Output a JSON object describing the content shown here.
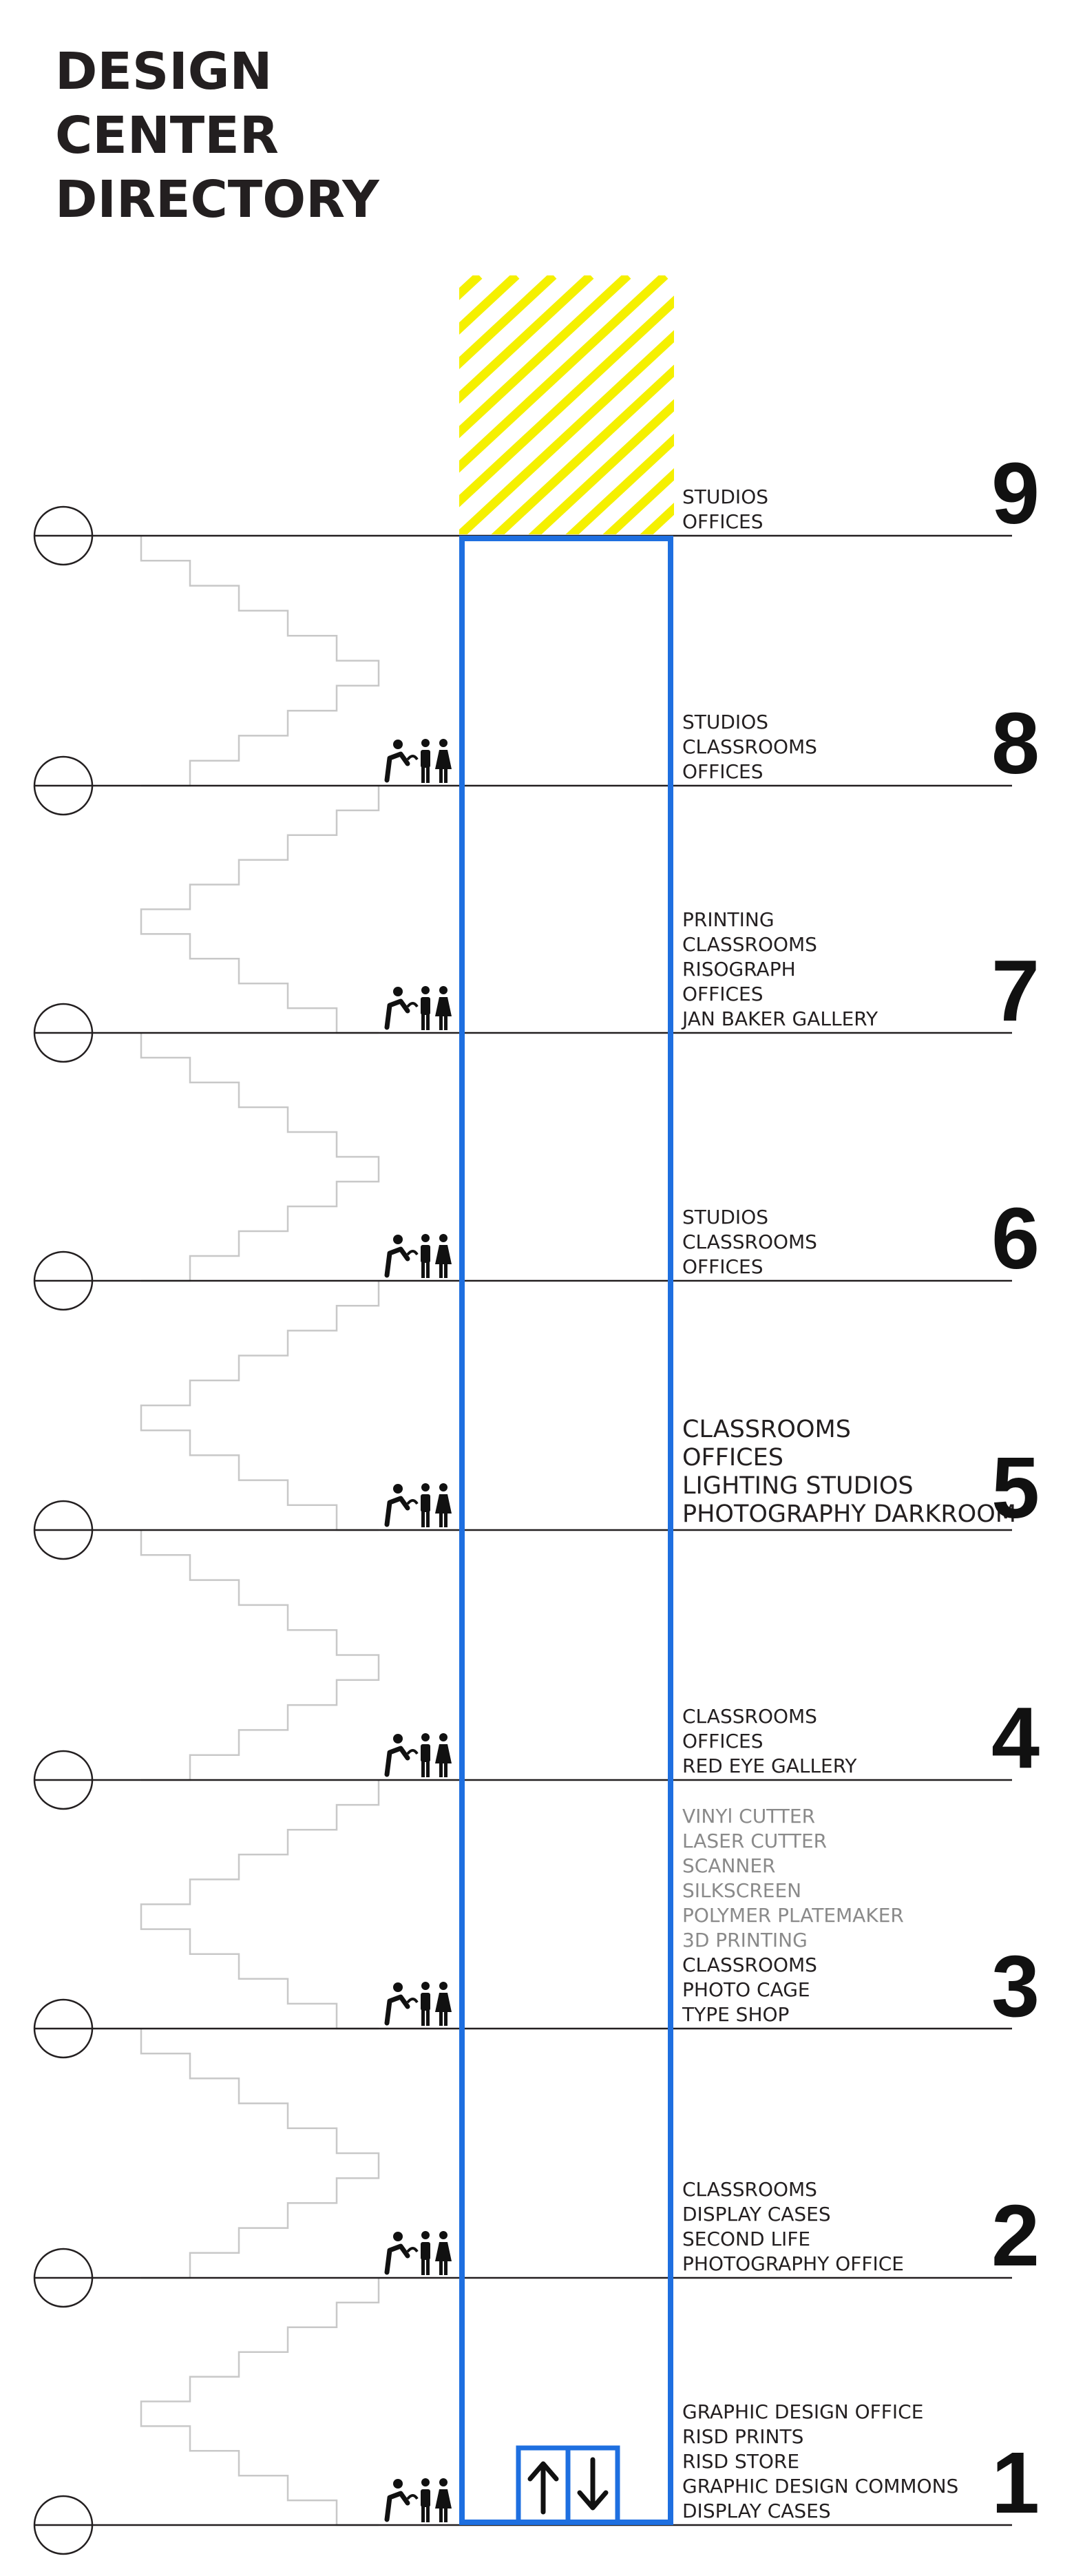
{
  "title": {
    "lines": [
      "DESIGN",
      "CENTER",
      "DIRECTORY"
    ]
  },
  "colors": {
    "elevator": "#1e6fe0",
    "hatch": "#f5f000",
    "floor_line": "#231f20",
    "stairs": "#c8c8c8",
    "text": "#231f20",
    "grey_text": "#8a8a8a"
  },
  "icons": {
    "fountain": "water-fountain-icon",
    "restroom": "restroom-icon",
    "elevator_up": "arrow-up-icon",
    "elevator_down": "arrow-down-icon"
  },
  "floors": [
    {
      "number": "9",
      "amenities": false,
      "items": [
        "STUDIOS",
        "OFFICES"
      ]
    },
    {
      "number": "8",
      "amenities": true,
      "items": [
        "STUDIOS",
        "CLASSROOMS",
        "OFFICES"
      ]
    },
    {
      "number": "7",
      "amenities": true,
      "items": [
        "PRINTING",
        "CLASSROOMS",
        "RISOGRAPH",
        "OFFICES",
        "JAN BAKER GALLERY"
      ]
    },
    {
      "number": "6",
      "amenities": true,
      "items": [
        "STUDIOS",
        "CLASSROOMS",
        "OFFICES"
      ]
    },
    {
      "number": "5",
      "amenities": true,
      "items": [
        "CLASSROOMS",
        "OFFICES",
        "LIGHTING STUDIOS",
        "PHOTOGRAPHY DARKROOM"
      ]
    },
    {
      "number": "4",
      "amenities": true,
      "items": [
        "CLASSROOMS",
        "OFFICES",
        "RED EYE GALLERY"
      ]
    },
    {
      "number": "3",
      "amenities": true,
      "items": [
        "VINYl CUTTER",
        "LASER CUTTER",
        "SCANNER",
        "SILKSCREEN",
        "POLYMER PLATEMAKER",
        "3D PRINTING",
        "CLASSROOMS",
        "PHOTO CAGE",
        "TYPE SHOP"
      ],
      "grey_count": 6
    },
    {
      "number": "2",
      "amenities": true,
      "items": [
        "CLASSROOMS",
        "DISPLAY CASES",
        "SECOND LIFE",
        "PHOTOGRAPHY OFFICE"
      ]
    },
    {
      "number": "1",
      "amenities": true,
      "items": [
        "GRAPHIC DESIGN OFFICE",
        "RISD PRINTS",
        "RISD STORE",
        "GRAPHIC DESIGN COMMONS",
        "DISPLAY CASES"
      ]
    }
  ]
}
